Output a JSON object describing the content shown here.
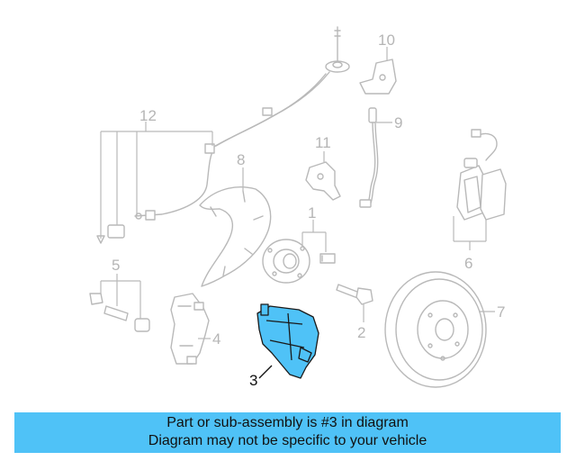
{
  "callouts": {
    "c1": "1",
    "c2": "2",
    "c3": "3",
    "c4": "4",
    "c5": "5",
    "c6": "6",
    "c7": "7",
    "c8": "8",
    "c9": "9",
    "c10": "10",
    "c11": "11",
    "c12": "12"
  },
  "highlight_color": "#4fc2f7",
  "banner": {
    "line1": "Part or sub-assembly is #3 in diagram",
    "line2": "Diagram may not be specific to your vehicle"
  }
}
